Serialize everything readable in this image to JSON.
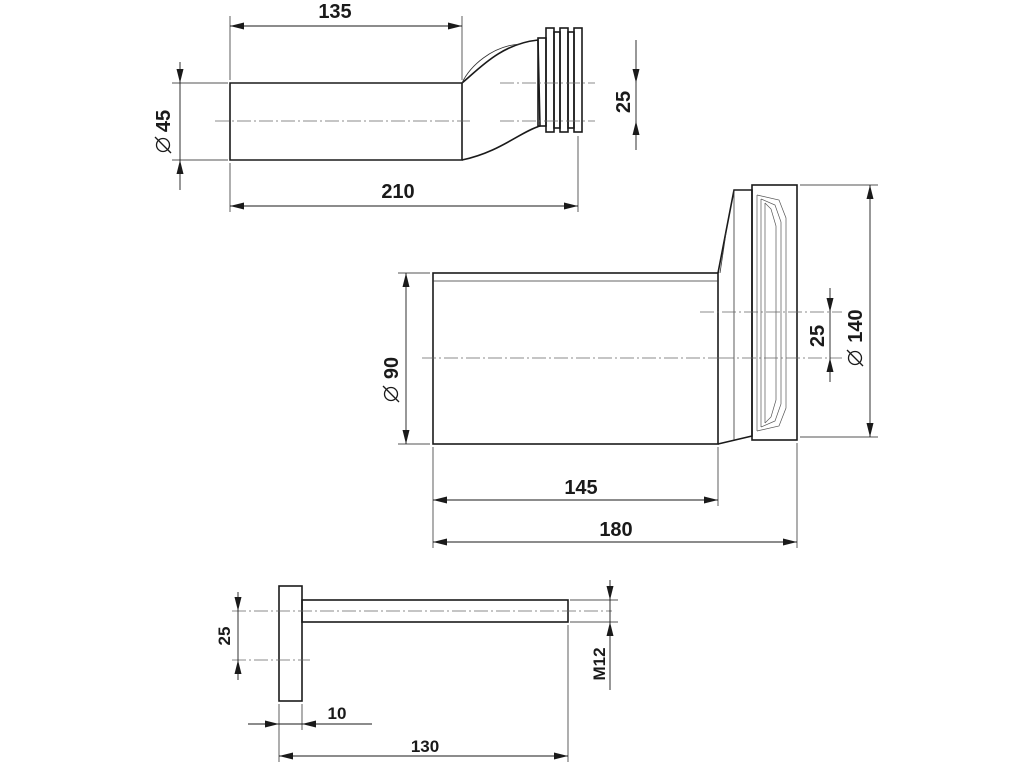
{
  "top_pipe": {
    "length_to_bend": "135",
    "overall_length": "210",
    "diameter_symbol": "⌀",
    "diameter": "45",
    "offset": "25"
  },
  "middle_pipe": {
    "diameter_symbol": "⌀",
    "diameter": "90",
    "collar_diameter_symbol": "⌀",
    "collar_diameter": "140",
    "offset": "25",
    "pipe_length": "145",
    "overall_length": "180"
  },
  "bolt": {
    "offset": "25",
    "plate_thickness": "10",
    "thread": "M12",
    "overall_length": "130"
  }
}
